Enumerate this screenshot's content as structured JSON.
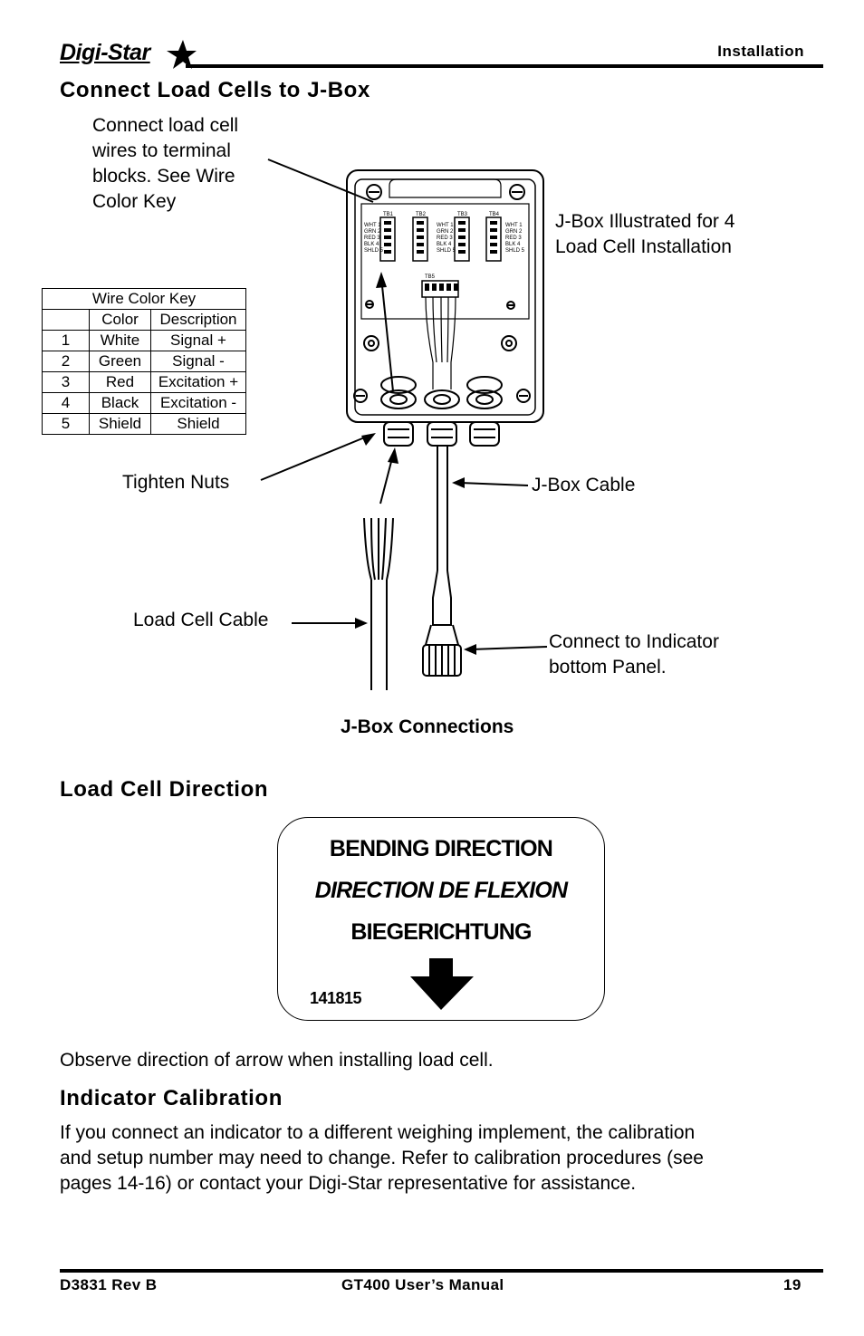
{
  "header": {
    "logo_text": "Digi-Star",
    "section": "Installation"
  },
  "sections": {
    "connect_title": "Connect Load Cells to J-Box",
    "direction_title": "Load Cell Direction",
    "calibration_title": "Indicator Calibration"
  },
  "diagram": {
    "callout_terminal": [
      "Connect load cell",
      "wires to terminal",
      "blocks. See Wire",
      "Color Key"
    ],
    "callout_jbox": [
      "J-Box Illustrated for 4",
      "Load Cell Installation"
    ],
    "callout_nuts": "Tighten Nuts",
    "callout_jbox_cable": "J-Box Cable",
    "callout_load_cell_cable": "Load Cell Cable",
    "callout_indicator": [
      "Connect to Indicator",
      "bottom Panel."
    ],
    "caption": "J-Box Connections",
    "terminal_labels": {
      "tb": [
        "TB1",
        "TB2",
        "TB3",
        "TB4",
        "TB5"
      ],
      "left": [
        "WHT 1",
        "GRN 2",
        "RED 3",
        "BLK 4",
        "SHLD 5"
      ]
    }
  },
  "wire_key": {
    "title": "Wire Color Key",
    "headers": [
      "",
      "Color",
      "Description"
    ],
    "rows": [
      [
        "1",
        "White",
        "Signal +"
      ],
      [
        "2",
        "Green",
        "Signal -"
      ],
      [
        "3",
        "Red",
        "Excitation +"
      ],
      [
        "4",
        "Black",
        "Excitation -"
      ],
      [
        "5",
        "Shield",
        "Shield"
      ]
    ]
  },
  "sticker": {
    "line1": "BENDING DIRECTION",
    "line2": "DIRECTION DE FLEXION",
    "line3": "BIEGERICHTUNG",
    "part_number": "141815",
    "arrow_icon": "down-arrow-icon"
  },
  "direction_note": "Observe direction of arrow when installing load cell.",
  "calibration_text": [
    "If you connect an indicator to a different weighing implement, the calibration",
    "and setup number may need to change. Refer to calibration procedures (see",
    "pages 14-16) or contact your Digi-Star representative for assistance."
  ],
  "footer": {
    "left": "D3831 Rev B",
    "center": "GT400 User’s Manual",
    "page": "19"
  }
}
